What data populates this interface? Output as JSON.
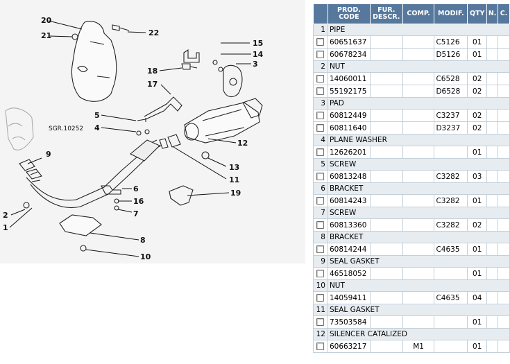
{
  "diagram": {
    "reference_code": "SGR.10252",
    "callouts": [
      "20",
      "21",
      "22",
      "15",
      "14",
      "3",
      "18",
      "17",
      "5",
      "4",
      "12",
      "9",
      "13",
      "11",
      "6",
      "16",
      "7",
      "19",
      "2",
      "1",
      "8",
      "10"
    ]
  },
  "table": {
    "headers": {
      "prod_code": "PROD. CODE",
      "fur_descr": "FUR. DESCR.",
      "comp": "COMP.",
      "modif": "MODIF.",
      "qty": "QTY",
      "n": "N.",
      "c": "C."
    },
    "groups": [
      {
        "num": "1",
        "name": "PIPE",
        "items": [
          {
            "code": "60651637",
            "fur": "",
            "comp": "",
            "modif": "C5126",
            "qty": "01"
          },
          {
            "code": "60678234",
            "fur": "",
            "comp": "",
            "modif": "D5126",
            "qty": "01"
          }
        ]
      },
      {
        "num": "2",
        "name": "NUT",
        "items": [
          {
            "code": "14060011",
            "fur": "",
            "comp": "",
            "modif": "C6528",
            "qty": "02"
          },
          {
            "code": "55192175",
            "fur": "",
            "comp": "",
            "modif": "D6528",
            "qty": "02"
          }
        ]
      },
      {
        "num": "3",
        "name": "PAD",
        "items": [
          {
            "code": "60812449",
            "fur": "",
            "comp": "",
            "modif": "C3237",
            "qty": "02"
          },
          {
            "code": "60811640",
            "fur": "",
            "comp": "",
            "modif": "D3237",
            "qty": "02"
          }
        ]
      },
      {
        "num": "4",
        "name": "PLANE WASHER",
        "items": [
          {
            "code": "12626201",
            "fur": "",
            "comp": "",
            "modif": "",
            "qty": "01"
          }
        ]
      },
      {
        "num": "5",
        "name": "SCREW",
        "items": [
          {
            "code": "60813248",
            "fur": "",
            "comp": "",
            "modif": "C3282",
            "qty": "03"
          }
        ]
      },
      {
        "num": "6",
        "name": "BRACKET",
        "items": [
          {
            "code": "60814243",
            "fur": "",
            "comp": "",
            "modif": "C3282",
            "qty": "01"
          }
        ]
      },
      {
        "num": "7",
        "name": "SCREW",
        "items": [
          {
            "code": "60813360",
            "fur": "",
            "comp": "",
            "modif": "C3282",
            "qty": "02"
          }
        ]
      },
      {
        "num": "8",
        "name": "BRACKET",
        "items": [
          {
            "code": "60814244",
            "fur": "",
            "comp": "",
            "modif": "C4635",
            "qty": "01"
          }
        ]
      },
      {
        "num": "9",
        "name": "SEAL GASKET",
        "items": [
          {
            "code": "46518052",
            "fur": "",
            "comp": "",
            "modif": "",
            "qty": "01"
          }
        ]
      },
      {
        "num": "10",
        "name": "NUT",
        "items": [
          {
            "code": "14059411",
            "fur": "",
            "comp": "",
            "modif": "C4635",
            "qty": "04"
          }
        ]
      },
      {
        "num": "11",
        "name": "SEAL GASKET",
        "items": [
          {
            "code": "73503584",
            "fur": "",
            "comp": "",
            "modif": "",
            "qty": "01"
          }
        ]
      },
      {
        "num": "12",
        "name": "SILENCER CATALIZED",
        "items": [
          {
            "code": "60663217",
            "fur": "",
            "comp": "M1",
            "modif": "",
            "qty": "01"
          }
        ]
      }
    ]
  },
  "colors": {
    "header_bg": "#56789d",
    "group_bg": "#e7ecf1",
    "diagram_bg": "#f4f4f4"
  }
}
